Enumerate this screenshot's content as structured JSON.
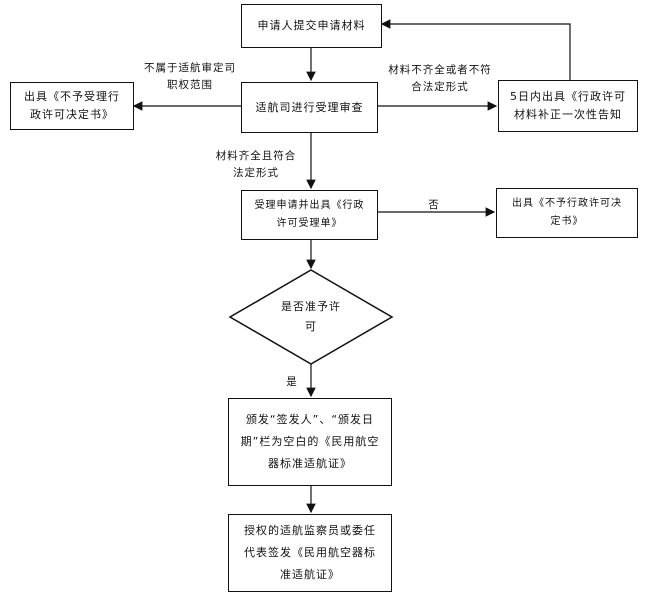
{
  "nodes": {
    "submit": "申请人提交申请材料",
    "review": "适航司进行受理审查",
    "reject_not_accept": "出具《不予受理行政许可决定书》",
    "notify_supplement": "5日内出具《行政许可材料补正一次性告知",
    "accept": "受理申请并出具《行政许可受理单》",
    "not_permit": "出具《不予行政许可决定书》",
    "decision": "是否准予许可",
    "issue_blank": "颁发“签发人”、“颁发日期”栏为空白的《民用航空器标准适航证》",
    "sign": "授权的适航监察员或委任代表签发《民用航空器标准适航证》"
  },
  "edges": {
    "not_jurisdiction": "不属于适航审定司职权范围",
    "incomplete": "材料不齐全或者不符合法定形式",
    "complete": "材料齐全且符合法定形式",
    "no": "否",
    "yes": "是"
  }
}
